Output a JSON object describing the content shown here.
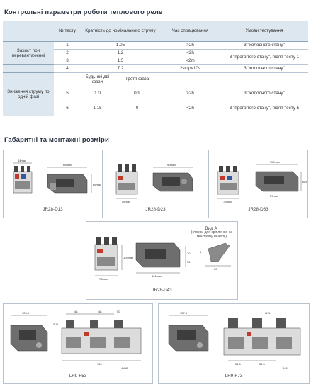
{
  "section1": {
    "title": "Контрольні параметри роботи теплового реле"
  },
  "table": {
    "headers": {
      "num": "№ тесту",
      "ratio": "Кратність до номінального струму",
      "time": "Час спрацювання",
      "cond": "Умови тестування"
    },
    "group1": "Захист при перевантаженні",
    "group2": "Зниження струму по одній фазі",
    "sub_headers": {
      "any_two": "Будь-які дві фази",
      "third": "Третя фаза"
    },
    "rows": [
      {
        "num": "1",
        "ratio": "1.05",
        "time": ">2h",
        "cond": "3 \"холодного стану\""
      },
      {
        "num": "2",
        "ratio": "1.2",
        "time": "<2h",
        "cond": "3 \"прогрітого стану\", після тесту 1"
      },
      {
        "num": "3",
        "ratio": "1.5",
        "time": "<2m",
        "cond": ""
      },
      {
        "num": "4",
        "ratio": "7.2",
        "time": "2s<tp≤10s",
        "cond": "3 \"холодного стану\""
      },
      {
        "num": "5",
        "ratio_a": "1.0",
        "ratio_b": "0.9",
        "time": ">2h",
        "cond": "3 \"холодного стану\""
      },
      {
        "num": "6",
        "ratio_a": "1.15",
        "ratio_b": "0",
        "time": "<2h",
        "cond": "3 \"прогрітого стану\", після тесту 5"
      }
    ]
  },
  "section2": {
    "title": "Габаритні та монтажні розміри"
  },
  "diagrams": {
    "d13": {
      "caption": "JR28-D13",
      "dims": [
        "44max",
        "66max",
        "66max"
      ]
    },
    "d23": {
      "caption": "JR28-D23",
      "dims": [
        "90max",
        "56max"
      ]
    },
    "d33": {
      "caption": "JR28-D33",
      "dims": [
        "117max",
        "66max",
        "72max",
        "59max"
      ]
    },
    "d43": {
      "caption": "JR28-D43",
      "view_label": "Вид А",
      "view_note": "(створи для кріплення на монтажну панель)",
      "dims": [
        "75max",
        "121max",
        "109max",
        "70",
        "55",
        "50",
        "6"
      ]
    },
    "f53": {
      "caption": "LR9-F53",
      "dims": [
        "123.5",
        "48",
        "48",
        "50",
        "120",
        "4xM6",
        "Ø11"
      ]
    },
    "f73": {
      "caption": "LR9-F73",
      "dims": [
        "127.5",
        "51.5",
        "51.5",
        "Ø11",
        "M8"
      ]
    }
  },
  "colors": {
    "header_bg": "#dde7ef",
    "border": "#8fa6ba",
    "device_gray": "#6e6e6e",
    "device_dark": "#3d3d3d",
    "accent_red": "#c0392b"
  }
}
